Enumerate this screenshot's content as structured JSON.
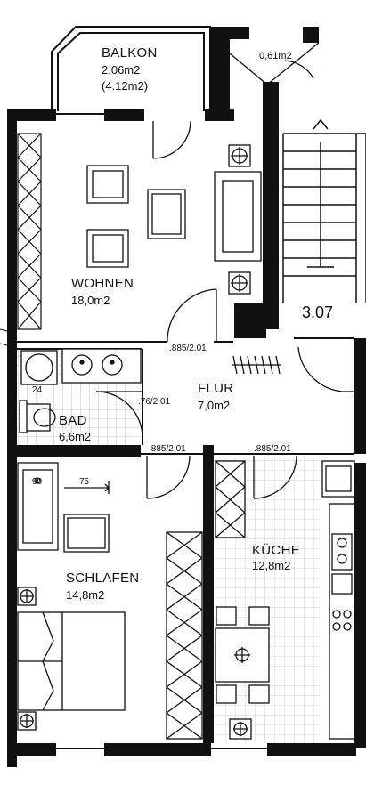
{
  "rooms": {
    "balkon": {
      "name": "BALKON",
      "area": "2.06m2",
      "area_alt": "(4.12m2)"
    },
    "abstell": {
      "area": "0,61m2"
    },
    "wohnen": {
      "name": "WOHNEN",
      "area": "18,0m2"
    },
    "flur": {
      "name": "FLUR",
      "area": "7,0m2"
    },
    "bad": {
      "name": "BAD",
      "area": "6,6m2"
    },
    "kueche": {
      "name": "KÜCHE",
      "area": "12,8m2"
    },
    "schlafen": {
      "name": "SCHLAFEN",
      "area": "14,8m2"
    }
  },
  "unit_number": "3.07",
  "door_labels": {
    "wohnen": ".885/2.01",
    "bad": ".76/2.01",
    "schlafen": ".885/2.01",
    "kueche": ".885/2.01"
  },
  "bath_labels": {
    "dim_24": "24",
    "dim_90": "90",
    "dim_75": "75"
  }
}
